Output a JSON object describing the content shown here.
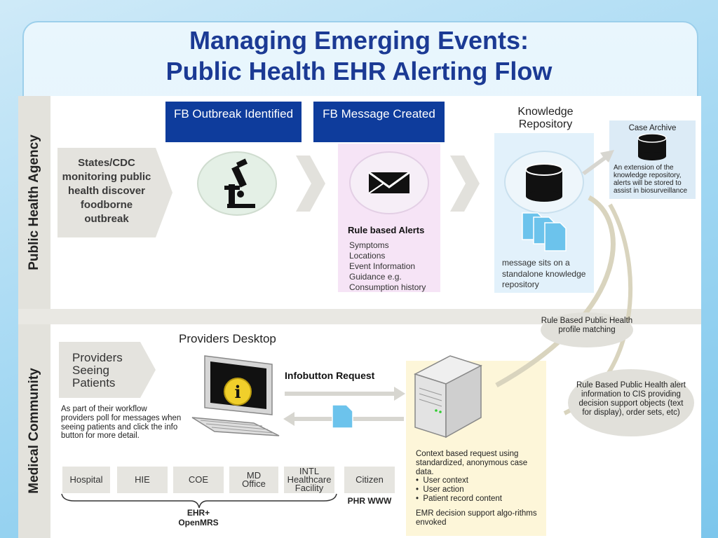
{
  "title": {
    "line1": "Managing Emerging Events:",
    "line2": "Public Health EHR Alerting Flow"
  },
  "bands": {
    "public_health": "Public Health Agency",
    "medical": "Medical Community"
  },
  "top_boxes": {
    "outbreak": "FB Outbreak Identified",
    "message": "FB Message Created"
  },
  "states_cdc": "States/CDC monitoring public health discover foodborne outbreak",
  "knowledge_repository": "Knowledge Repository",
  "rule_alerts": {
    "title": "Rule based Alerts",
    "items": [
      "Symptoms",
      "Locations",
      "Event Information",
      "Guidance e.g.",
      "Consumption history"
    ]
  },
  "repository_note": "message sits on a standalone knowledge repository",
  "case_archive": {
    "title": "Case Archive",
    "note": "An extension of the knowledge repository, alerts will be stored to assist in biosurveillance"
  },
  "profile_matching": "Rule Based Public Health profile matching",
  "alert_info": "Rule Based Public Health alert information to CIS providing decision support objects (text for display), order sets, etc)",
  "providers_desktop": "Providers Desktop",
  "providers_seeing": "Providers Seeing Patients",
  "workflow_note": "As part of their workflow providers poll for messages when seeing patients and click the info button for more detail.",
  "infobutton_request": "Infobutton Request",
  "context_request": {
    "intro": "Context based request using standardized, anonymous case data.",
    "bullets": [
      "User context",
      "User action",
      "Patient record content"
    ],
    "footer": "EMR decision support algo-rithms envoked"
  },
  "organizations": [
    "Hospital",
    "HIE",
    "COE",
    "MD Office",
    "INTL Healthcare Facility",
    "Citizen"
  ],
  "ehr_label": "EHR+ OpenMRS",
  "phr_label": "PHR WWW",
  "icons": {
    "microscope": "microscope-icon",
    "envelope": "envelope-icon",
    "database": "database-icon",
    "documents": "document-stack-icon",
    "computer": "computer-icon",
    "server": "server-icon",
    "info": "info-icon"
  },
  "colors": {
    "title": "#1b3a94",
    "box_blue": "#0e3c9c",
    "alert_pink": "#f6e4f6",
    "repo_blue": "#e2f1fb",
    "server_yellow": "#fdf6d9",
    "doc_blue": "#6cc3ec"
  }
}
